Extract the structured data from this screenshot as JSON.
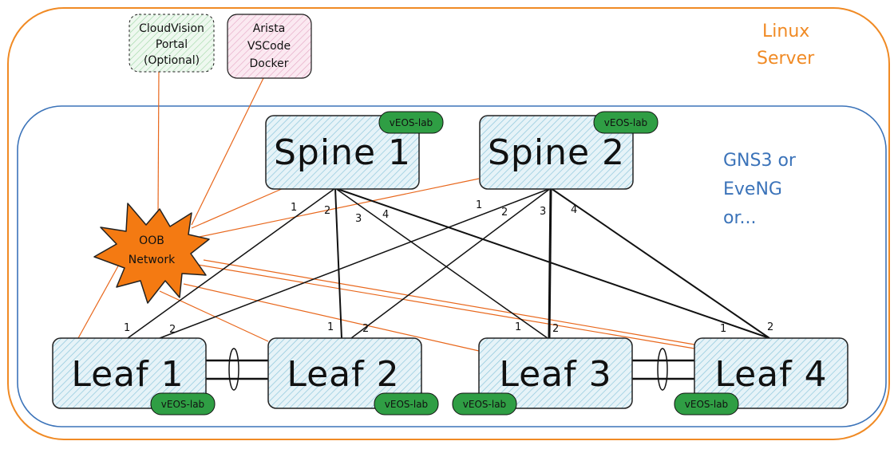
{
  "server": {
    "label_line1": "Linux",
    "label_line2": "Server"
  },
  "virt": {
    "label_line1": "GNS3 or",
    "label_line2": "EveNG",
    "label_line3": "or..."
  },
  "cvp": {
    "line1": "CloudVision",
    "line2": "Portal",
    "line3": "(Optional)"
  },
  "vscode": {
    "line1": "Arista",
    "line2": "VSCode",
    "line3": "Docker"
  },
  "oob": {
    "line1": "OOB",
    "line2": "Network"
  },
  "spines": [
    {
      "label": "Spine 1",
      "tag": "vEOS-lab"
    },
    {
      "label": "Spine 2",
      "tag": "vEOS-lab"
    }
  ],
  "leaves": [
    {
      "label": "Leaf 1",
      "tag": "vEOS-lab"
    },
    {
      "label": "Leaf 2",
      "tag": "vEOS-lab"
    },
    {
      "label": "Leaf 3",
      "tag": "vEOS-lab"
    },
    {
      "label": "Leaf 4",
      "tag": "vEOS-lab"
    }
  ],
  "ports": {
    "spine1": [
      "1",
      "2",
      "3",
      "4"
    ],
    "spine2": [
      "1",
      "2",
      "3",
      "4"
    ],
    "leaf1": [
      "1",
      "2"
    ],
    "leaf2": [
      "1",
      "2"
    ],
    "leaf3": [
      "1",
      "2"
    ],
    "leaf4": [
      "1",
      "2"
    ]
  },
  "colors": {
    "server_border": "#f08a24",
    "virt_border": "#3b73b9",
    "switch_fill": "#cfe6ef",
    "tag_fill": "#2f9e44",
    "oob_fill": "#f47a12",
    "mgmt_line": "#e8671c",
    "cvp_fill": "#d7f0d9",
    "vscode_fill": "#f3cfe0"
  }
}
